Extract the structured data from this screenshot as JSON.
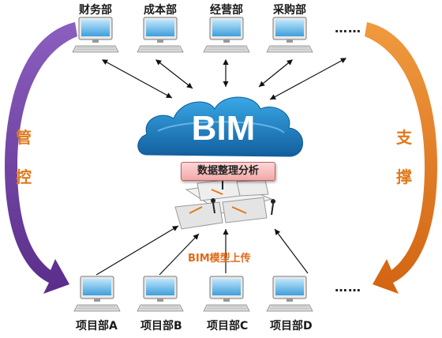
{
  "center": {
    "title": "BIM",
    "analysis": "数据整理分析",
    "upload": "BIM模型上传"
  },
  "departments": [
    "财务部",
    "成本部",
    "经营部",
    "采购部"
  ],
  "projects": [
    "项目部A",
    "项目部B",
    "项目部C",
    "项目部D"
  ],
  "more": "……",
  "left_label": [
    "管",
    "控"
  ],
  "right_label": [
    "支",
    "撑"
  ],
  "colors": {
    "cloud": "#1f88c8",
    "left_arrow": "#6a3f9a",
    "right_arrow": "#e07a1c",
    "label_text": "#e06a1a"
  },
  "icons": {
    "computer": "desktop-computer-icon",
    "keyboard": "keyboard-icon",
    "cloud": "cloud-icon"
  }
}
